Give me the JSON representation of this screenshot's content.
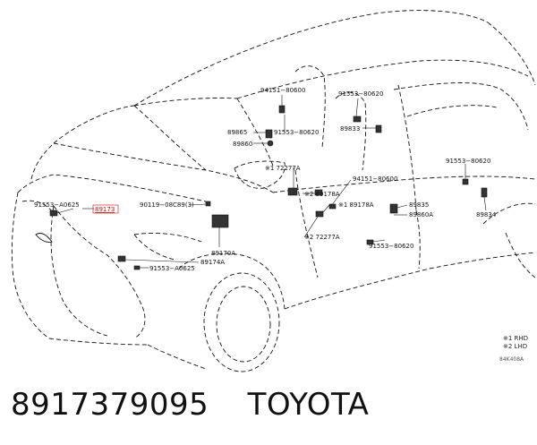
{
  "labels": {
    "p94151_top": "94151−80600",
    "p91553_top": "91553−80620",
    "p89865": "89865",
    "p91553_mid": "91553−80620",
    "p89833": "89833",
    "p89860": "89860",
    "p72277A_1": "※1 72277A",
    "p94151_mid": "94151−80600",
    "p89178A_1": "※2 89178A",
    "p89178A_2": "※1 89178A",
    "p72277A_2": "※2 72277A",
    "p89835": "89835",
    "p89860A": "89860A",
    "p91553_low": "91553−80620",
    "p91553_right": "91553−80620",
    "p89834": "89834",
    "p91553_A0625_front": "91553−A0625",
    "p89173": "89173",
    "p90119": "90119−08C89(3)",
    "p89170A": "89170A",
    "p89174A": "89174A",
    "p91553_A0625_low": "91553−A0625"
  },
  "legend": {
    "rhd": "※1 RHD",
    "lhd": "※2 LHD"
  },
  "diagram_code": "84K408A",
  "caption": {
    "part_number": "8917379095",
    "brand": "TOYOTA"
  }
}
